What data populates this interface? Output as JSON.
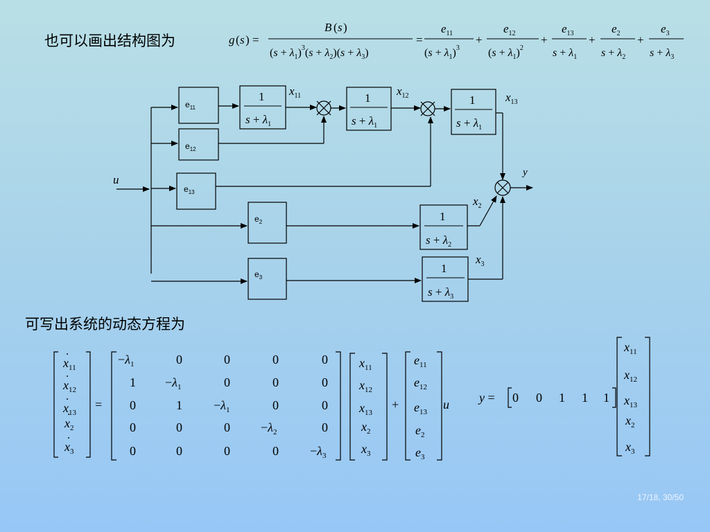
{
  "headings": {
    "structure_diagram": "也可以画出结构图为",
    "state_equation": "可写出系统的动态方程为"
  },
  "page_indicator": "17/18, 30/50",
  "transfer_function": {
    "lhs": "g(s) =",
    "numerator": "B(s)",
    "denominator": "(s + λ1)^3 (s + λ2)(s + λ3)",
    "expansion_terms": [
      {
        "num": "e11",
        "den": "(s + λ1)^3"
      },
      {
        "num": "e12",
        "den": "(s + λ1)^2"
      },
      {
        "num": "e13",
        "den": "s + λ1"
      },
      {
        "num": "e2",
        "den": "s + λ2"
      },
      {
        "num": "e3",
        "den": "s + λ3"
      }
    ]
  },
  "block_diagram": {
    "input": "u",
    "output": "y",
    "gain_blocks": [
      "e11",
      "e12",
      "e13",
      "e2",
      "e3"
    ],
    "integrator_blocks": [
      "1/(s+λ1)",
      "1/(s+λ1)",
      "1/(s+λ1)",
      "1/(s+λ2)",
      "1/(s+λ3)"
    ],
    "signals": [
      "x11",
      "x12",
      "x13",
      "x2",
      "x3"
    ]
  },
  "state_equation": {
    "xdot": [
      "ẋ11",
      "ẋ12",
      "ẋ13",
      "ẋ2",
      "ẋ3"
    ],
    "A": [
      [
        "−λ1",
        "0",
        "0",
        "0",
        "0"
      ],
      [
        "1",
        "−λ1",
        "0",
        "0",
        "0"
      ],
      [
        "0",
        "1",
        "−λ1",
        "0",
        "0"
      ],
      [
        "0",
        "0",
        "0",
        "−λ2",
        "0"
      ],
      [
        "0",
        "0",
        "0",
        "0",
        "−λ3"
      ]
    ],
    "x": [
      "x11",
      "x12",
      "x13",
      "x2",
      "x3"
    ],
    "B": [
      "e11",
      "e12",
      "e13",
      "e2",
      "e3"
    ],
    "input": "u"
  },
  "output_equation": {
    "lhs": "y =",
    "C": [
      "0",
      "0",
      "1",
      "1",
      "1"
    ],
    "x": [
      "x11",
      "x12",
      "x13",
      "x2",
      "x3"
    ]
  }
}
